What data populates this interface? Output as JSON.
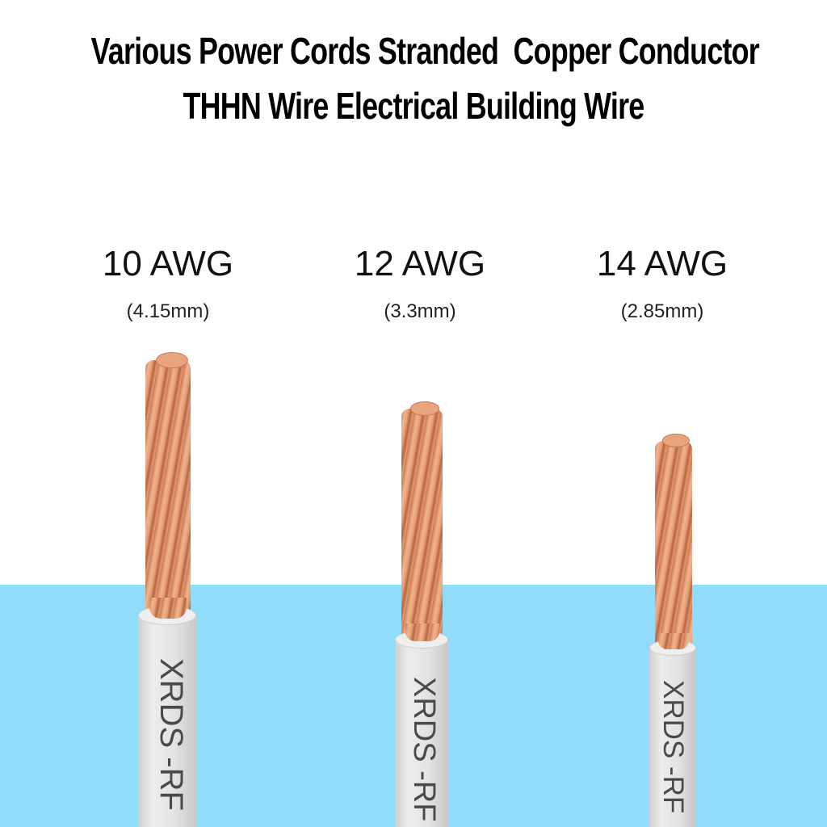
{
  "title": {
    "line1": "Various Power Cords Stranded  Copper Conductor",
    "line2": "THHN Wire Electrical Building Wire"
  },
  "colors": {
    "background": "#ffffff",
    "blue_band": "#91dcfb",
    "copper": "#e59d74",
    "jacket": "#e4e4e4",
    "jacket_text": "#4a4a4a"
  },
  "wires": [
    {
      "gauge": "10 AWG",
      "diameter": "(4.15mm)",
      "jacket_print": "XRDS -RF"
    },
    {
      "gauge": "12 AWG",
      "diameter": "(3.3mm)",
      "jacket_print": "XRDS -RF"
    },
    {
      "gauge": "14 AWG",
      "diameter": "(2.85mm)",
      "jacket_print": "XRDS -RF"
    }
  ]
}
